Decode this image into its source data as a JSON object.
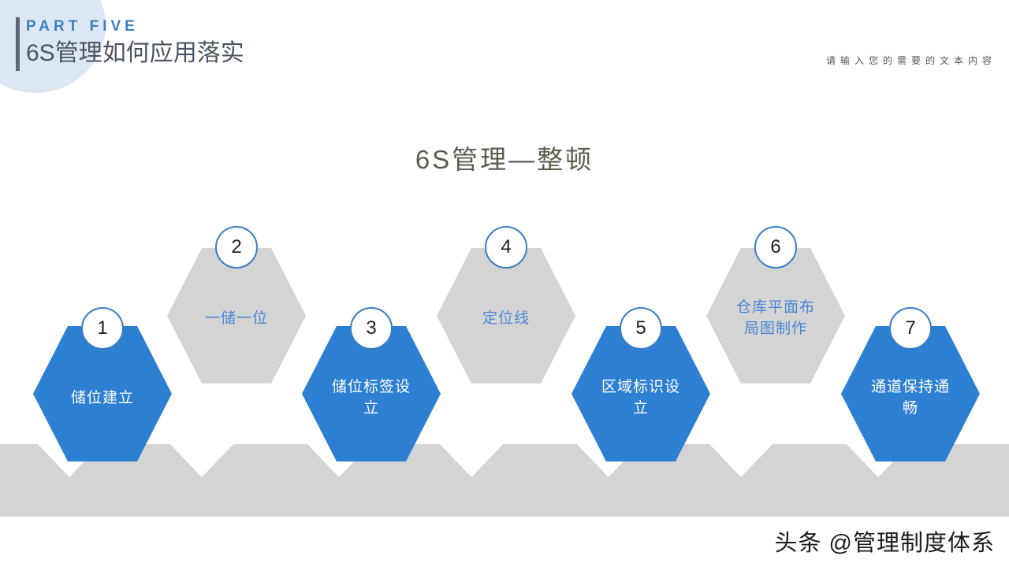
{
  "header": {
    "part_label": "PART FIVE",
    "title": "6S管理如何应用落实",
    "note": "请输入您的需要的文本内容",
    "accent_color": "#3a7fc4",
    "bar_color": "#5b6574",
    "blob_color": "#dde6f3"
  },
  "main": {
    "title": "6S管理—整顿",
    "title_color": "#5e5a4e"
  },
  "diagram": {
    "type": "hexagon-process-chain",
    "blue_color": "#2d7fd2",
    "gray_color": "#d4d4d4",
    "band_color": "#d4d4d4",
    "steps": [
      {
        "number": "1",
        "label": "储位建立",
        "style": "blue",
        "row": "down"
      },
      {
        "number": "2",
        "label": "一储一位",
        "style": "gray",
        "row": "up"
      },
      {
        "number": "3",
        "label": "储位标签设立",
        "style": "blue",
        "row": "down"
      },
      {
        "number": "4",
        "label": "定位线",
        "style": "gray",
        "row": "up"
      },
      {
        "number": "5",
        "label": "区域标识设立",
        "style": "blue",
        "row": "down"
      },
      {
        "number": "6",
        "label": "仓库平面布局图制作",
        "style": "gray",
        "row": "up"
      },
      {
        "number": "7",
        "label": "通道保持通畅",
        "style": "blue",
        "row": "down"
      }
    ]
  },
  "watermark": {
    "text": "头条 @管理制度体系"
  }
}
